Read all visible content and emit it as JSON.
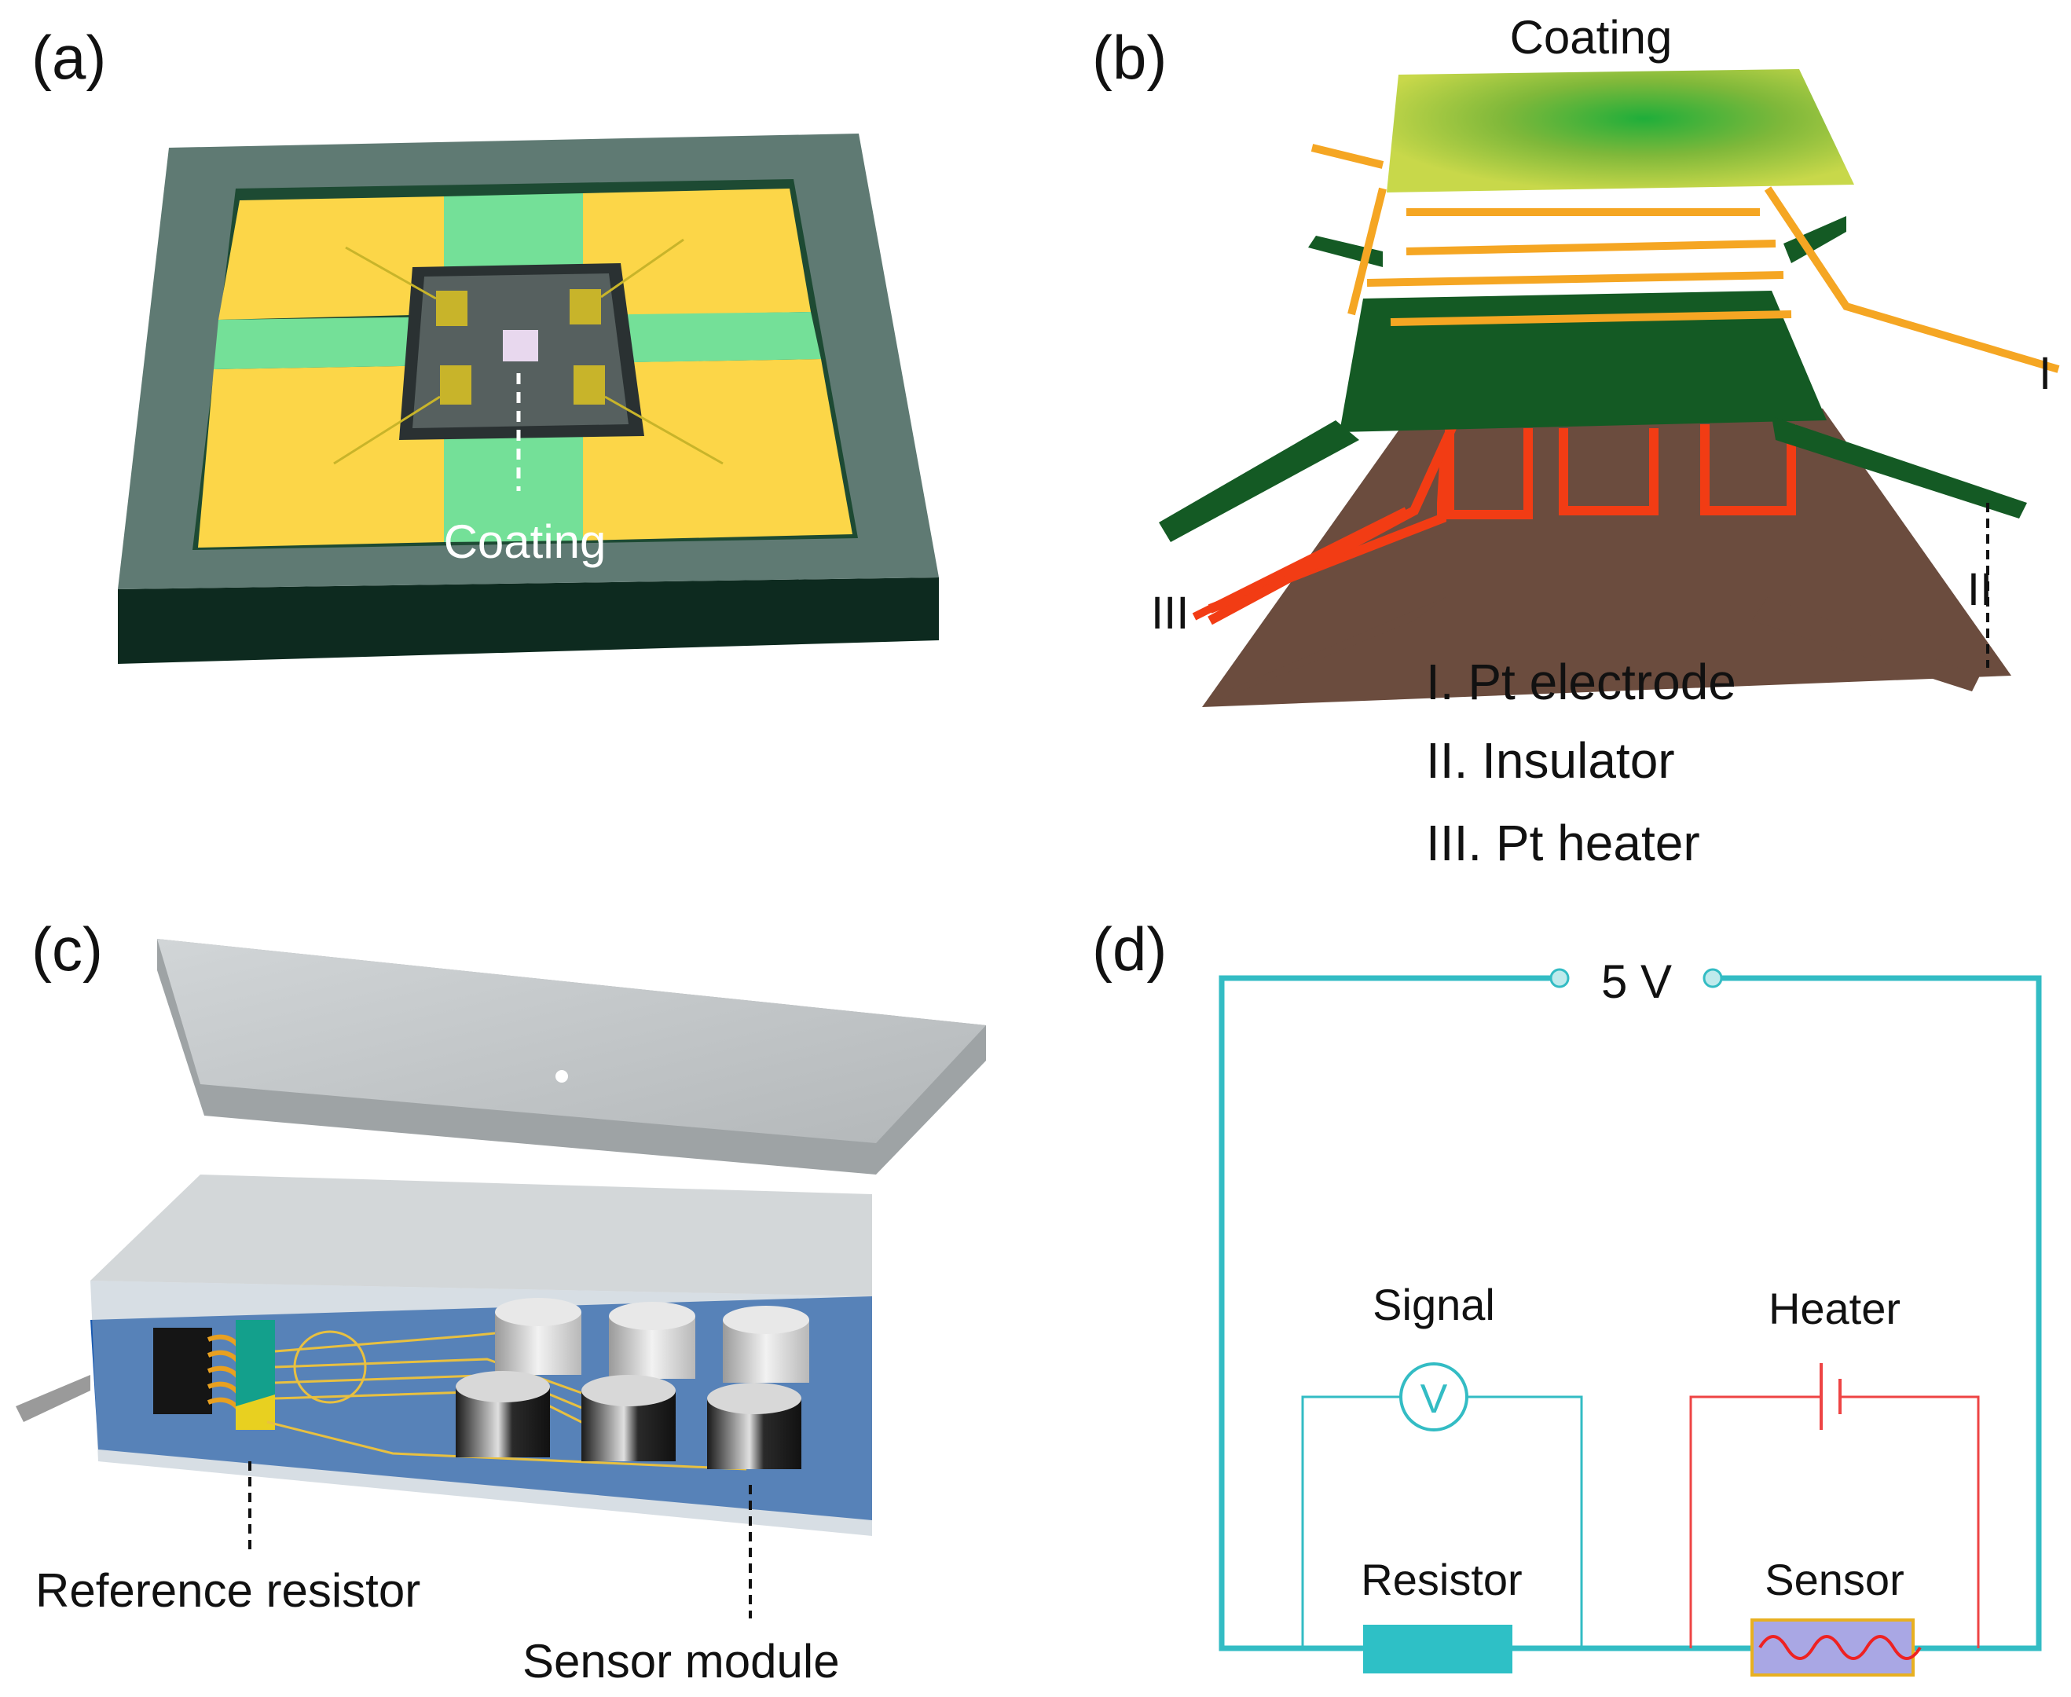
{
  "panels": {
    "a": {
      "label": "(a)",
      "coating_label": "Coating",
      "colors": {
        "frame": "#5f7a73",
        "frame_dark": "#0d2a1f",
        "pad": "#fcd648",
        "stripe": "#74e098",
        "chip": "#4a5556",
        "electrode": "#c8b42a"
      }
    },
    "b": {
      "label": "(b)",
      "coating_label": "Coating",
      "marker_I": "I",
      "marker_II": "II",
      "marker_III": "III",
      "legend": [
        "I. Pt electrode",
        "II. Insulator",
        "III. Pt heater"
      ],
      "colors": {
        "coating": "#a8c83a",
        "electrode": "#f5a623",
        "insulator": "#145a24",
        "heater": "#f23c14",
        "substrate": "#6b4c3e"
      }
    },
    "c": {
      "label": "(c)",
      "reference_label": "Reference resistor",
      "sensor_label": "Sensor module",
      "colors": {
        "board": "#1758b0",
        "lid": "#c8ccce",
        "trace": "#e8c040"
      }
    },
    "d": {
      "label": "(d)",
      "voltage_label": "5 V",
      "signal_label": "Signal",
      "voltmeter_symbol": "V",
      "heater_label": "Heater",
      "resistor_label": "Resistor",
      "sensor_label": "Sensor",
      "colors": {
        "wire": "#33bcc4",
        "heater_wire": "#ee4444",
        "sensor_fill": "#a9a7e4",
        "sensor_border": "#e8b020"
      }
    }
  }
}
